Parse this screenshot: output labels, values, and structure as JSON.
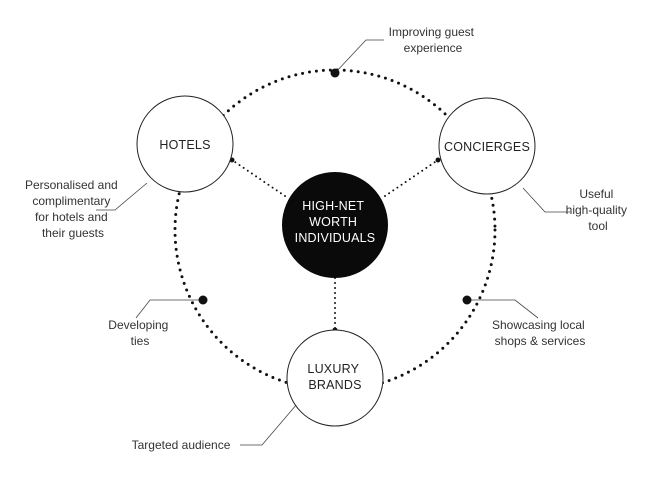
{
  "center": {
    "lines": [
      "HIGH-NET",
      "WORTH",
      "INDIVIDUALS"
    ]
  },
  "nodes": [
    {
      "key": "hotels",
      "lines": [
        "HOTELS"
      ]
    },
    {
      "key": "concierges",
      "lines": [
        "CONCIERGES"
      ]
    },
    {
      "key": "luxury-brands",
      "lines": [
        "LUXURY",
        "BRANDS"
      ]
    }
  ],
  "annotations": [
    {
      "key": "improving-guest-experience",
      "lines": [
        "Improving guest",
        "experience"
      ]
    },
    {
      "key": "useful-high-quality-tool",
      "lines": [
        "Useful",
        "high-quality",
        "tool"
      ]
    },
    {
      "key": "showcasing-local-shops",
      "lines": [
        "Showcasing local",
        "shops & services"
      ]
    },
    {
      "key": "targeted-audience",
      "lines": [
        "Targeted audience"
      ]
    },
    {
      "key": "developing-ties",
      "lines": [
        "Developing",
        "ties"
      ]
    },
    {
      "key": "personalised-complimentary",
      "lines": [
        "Personalised and",
        "complimentary",
        "for hotels and",
        "their guests"
      ]
    }
  ],
  "colors": {
    "ink": "#111111",
    "text": "#333333",
    "background": "#ffffff"
  }
}
